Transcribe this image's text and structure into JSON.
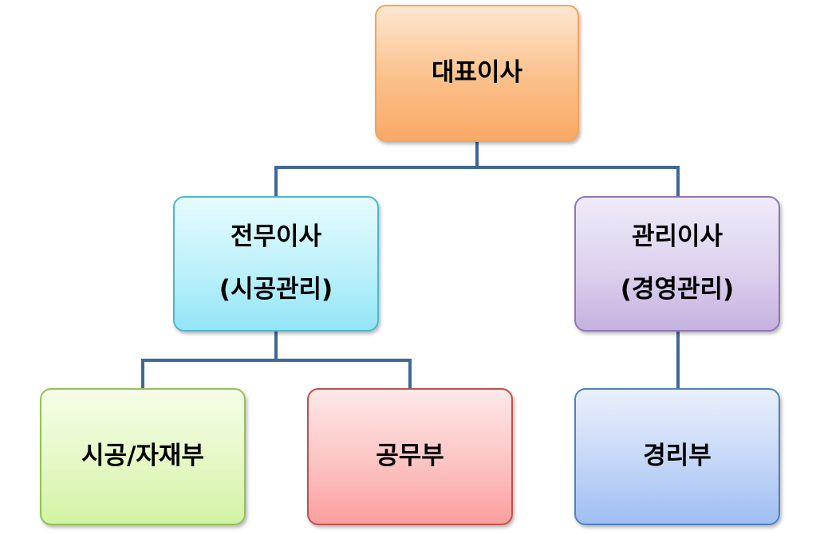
{
  "colors": {
    "connector": "#3f6897",
    "ceo_fill": "#fbc08a",
    "exec_fill": "#bdf1fb",
    "admin_fill": "#ddd1ee",
    "construction_fill": "#e5f8c5",
    "works_fill": "#fcc4c3",
    "accounting_fill": "#c4d6f7"
  },
  "org": {
    "ceo": {
      "title": "대표이사"
    },
    "executive_director": {
      "title": "전무이사",
      "subtitle": "(시공관리)"
    },
    "administrative_director": {
      "title": "관리이사",
      "subtitle": "(경영관리)"
    },
    "departments": {
      "construction_materials": {
        "title": "시공/자재부"
      },
      "works": {
        "title": "공무부"
      },
      "accounting": {
        "title": "경리부"
      }
    }
  }
}
